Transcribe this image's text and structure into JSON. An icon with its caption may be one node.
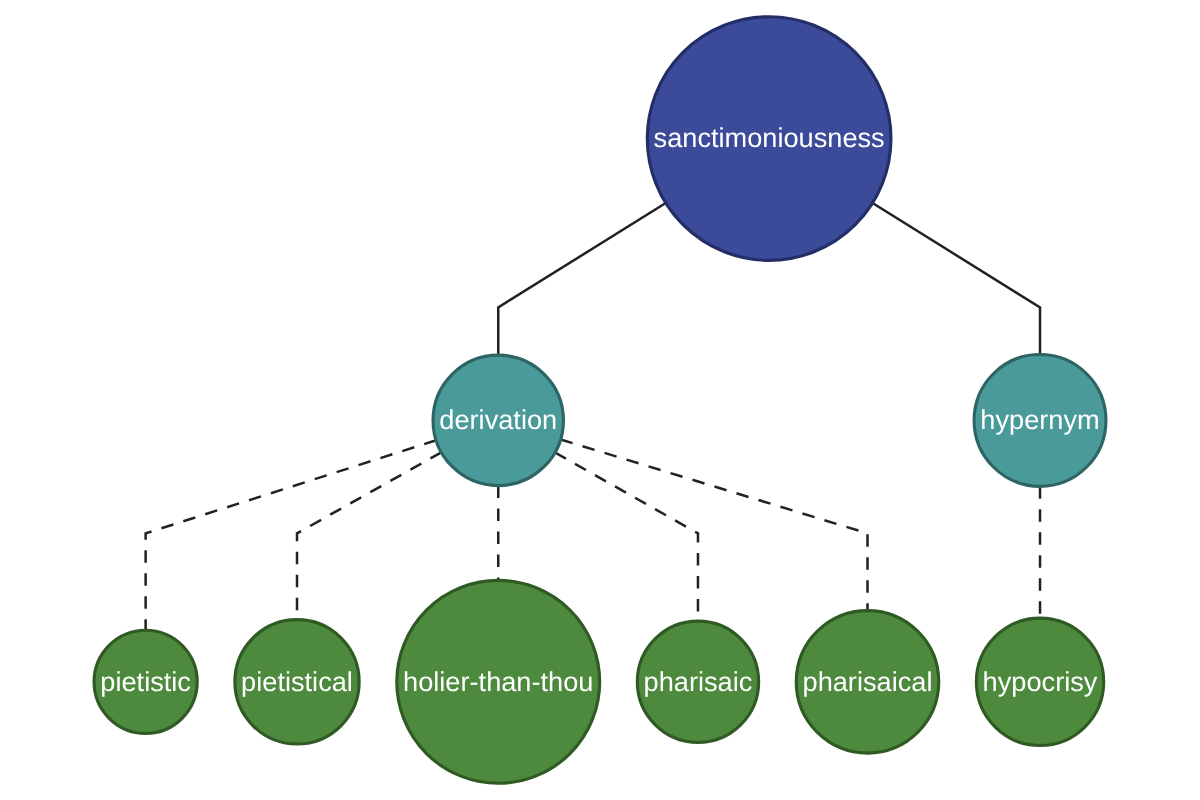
{
  "diagram": {
    "nodes": [
      {
        "text": [
          "pietistic"
        ]
      },
      {
        "text": [
          "pietistical"
        ]
      },
      {
        "text": [
          "holier-than-thou"
        ]
      },
      {
        "text": [
          "derivation"
        ]
      },
      {
        "text": [
          "pharisaic"
        ]
      },
      {
        "text": [
          "pharisaical"
        ]
      },
      {
        "text": [
          "sanctimoniousness"
        ]
      },
      {
        "text": [
          "hypernym"
        ]
      },
      {
        "text": [
          "hypocrisy"
        ]
      }
    ],
    "edges": [
      {
        "from": 6,
        "to": 3,
        "arrow": "none"
      },
      {
        "from": 6,
        "to": 7,
        "arrow": "none"
      },
      {
        "from": 3,
        "to": 0,
        "arrow": "none",
        "style": "dashed"
      },
      {
        "from": 3,
        "to": 1,
        "arrow": "none",
        "style": "dashed"
      },
      {
        "from": 3,
        "to": 2,
        "arrow": "none",
        "style": "dashed"
      },
      {
        "from": 3,
        "to": 4,
        "arrow": "none",
        "style": "dashed"
      },
      {
        "from": 3,
        "to": 5,
        "arrow": "none",
        "style": "dashed"
      },
      {
        "from": 7,
        "to": 8,
        "arrow": "none",
        "style": "dashed"
      }
    ]
  }
}
